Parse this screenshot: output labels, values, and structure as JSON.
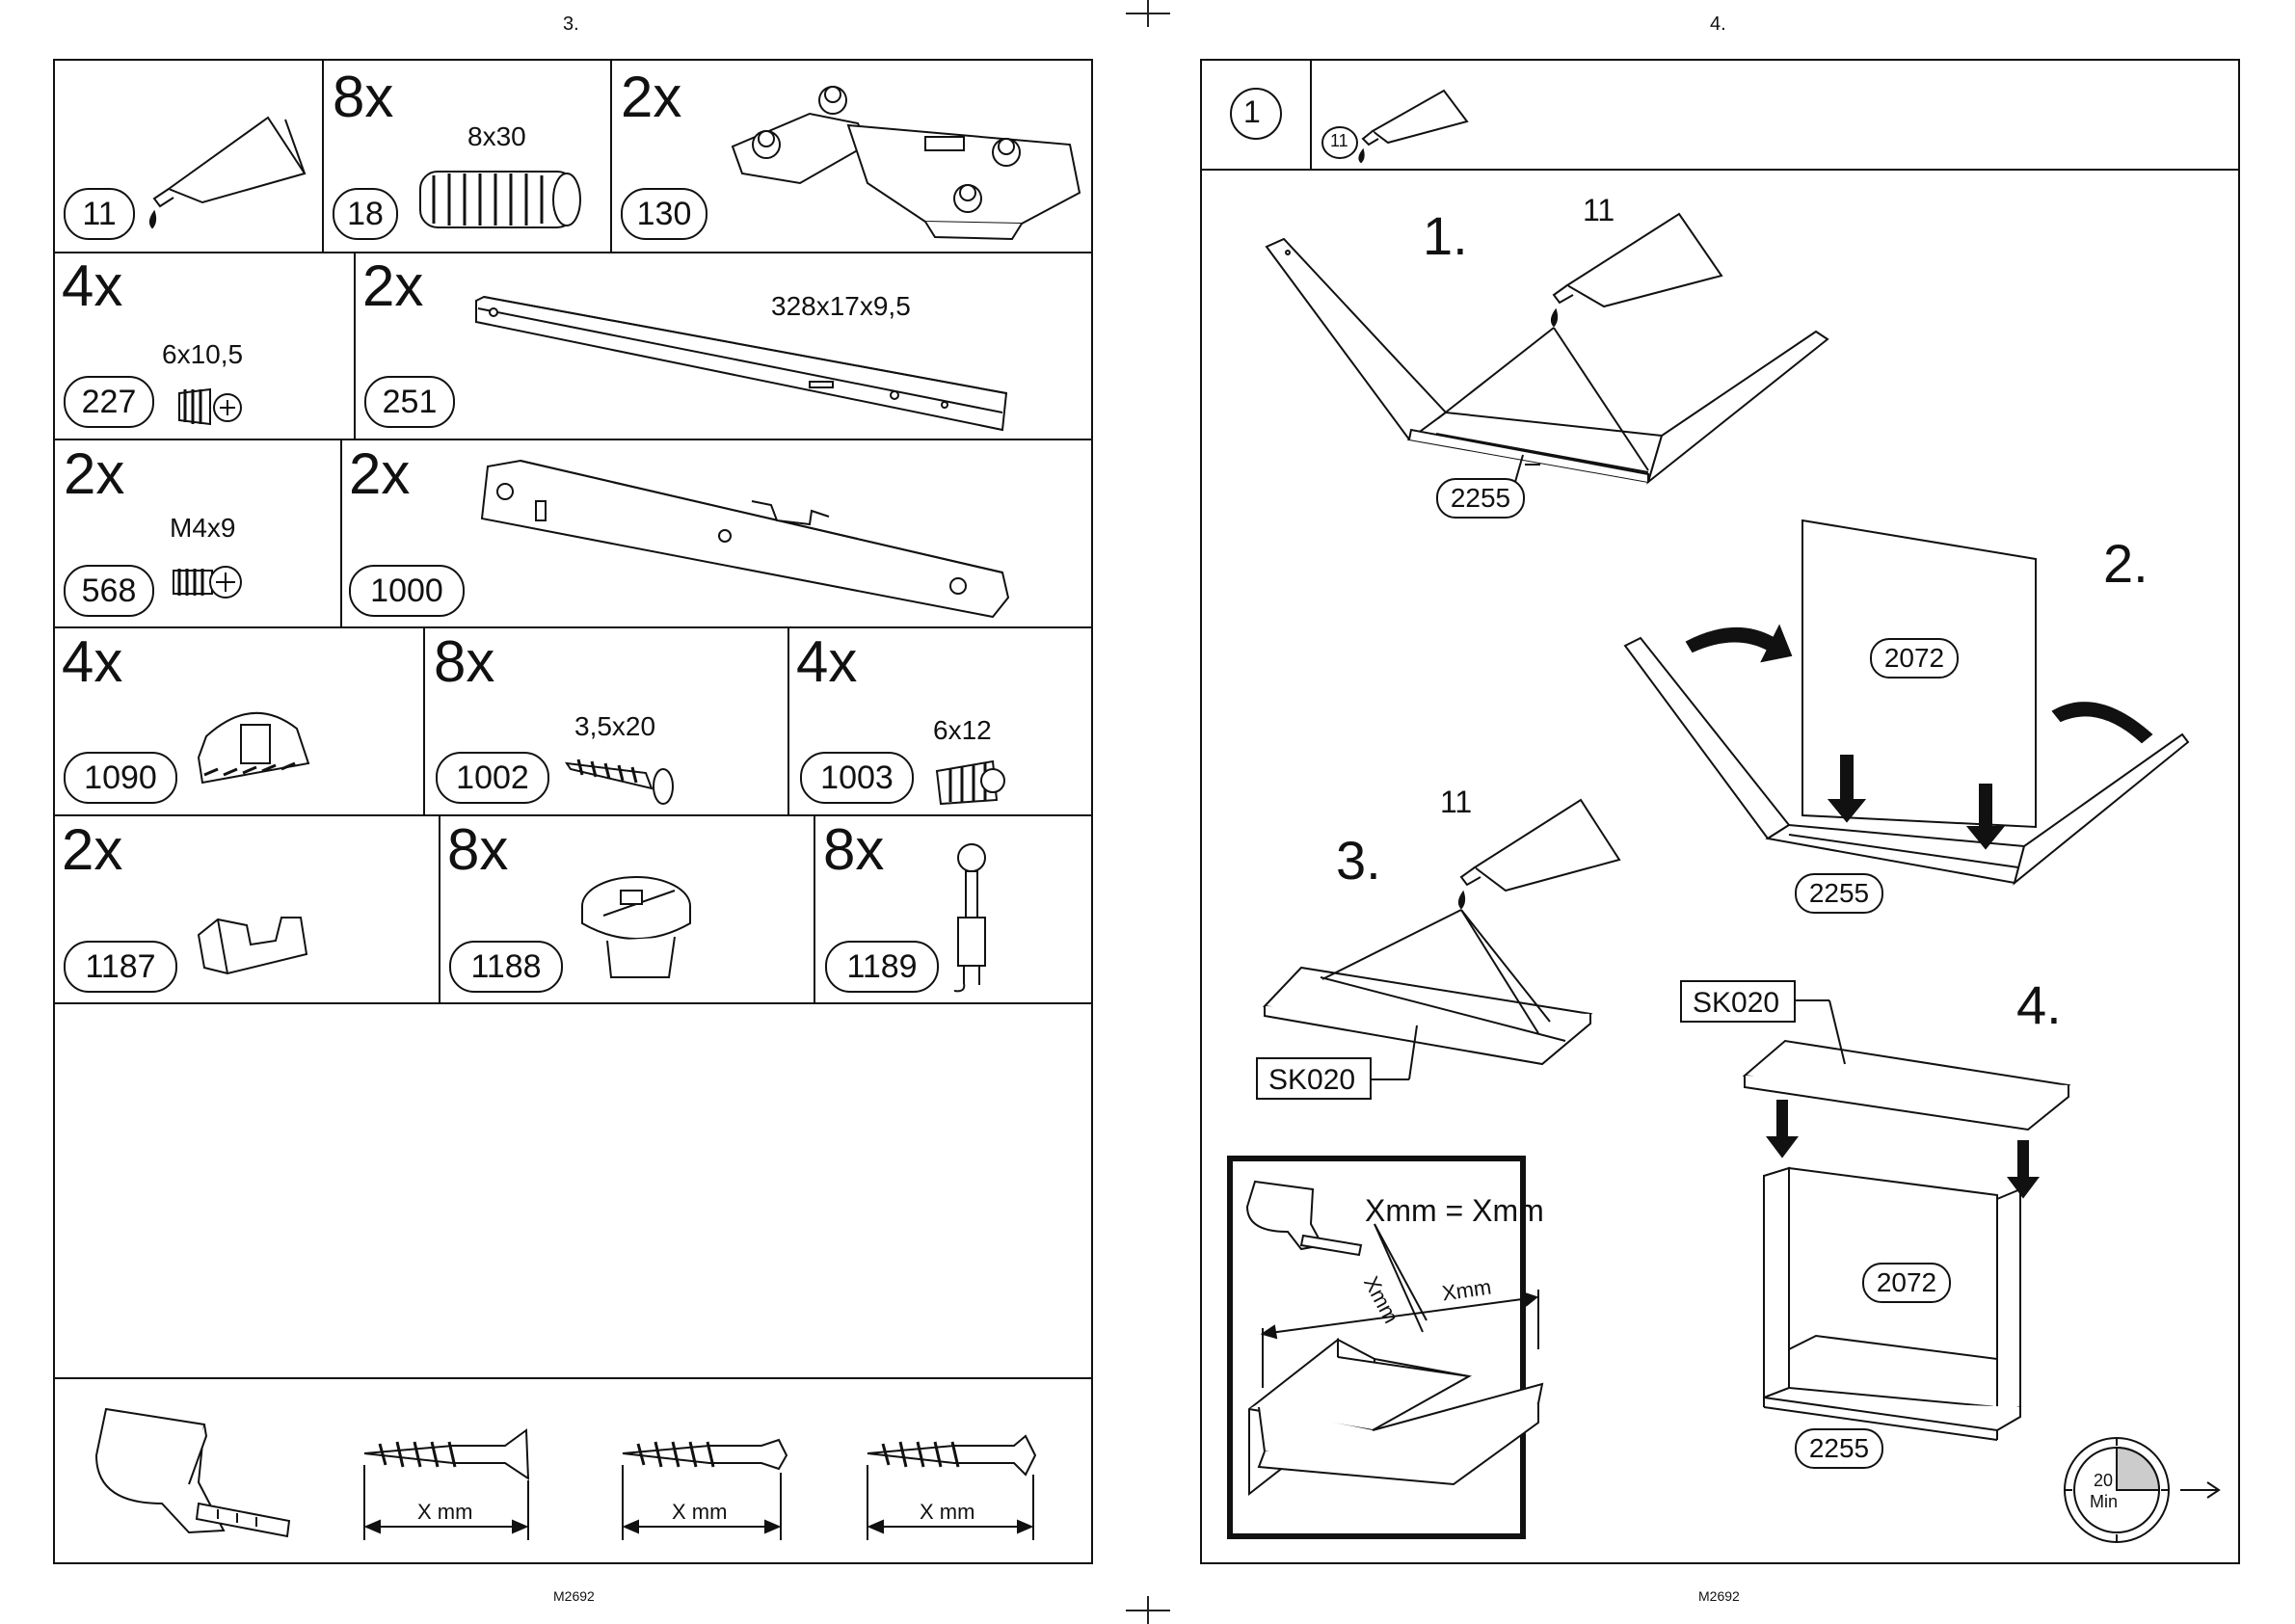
{
  "pages": {
    "left_number": "3.",
    "right_number": "4.",
    "left_footer": "M2692",
    "right_footer": "M2692"
  },
  "parts": [
    {
      "qty": "",
      "id": "11",
      "size": ""
    },
    {
      "qty": "8x",
      "id": "18",
      "size": "8x30"
    },
    {
      "qty": "2x",
      "id": "130",
      "size": ""
    },
    {
      "qty": "4x",
      "id": "227",
      "size": "6x10,5"
    },
    {
      "qty": "2x",
      "id": "251",
      "size": "328x17x9,5"
    },
    {
      "qty": "2x",
      "id": "568",
      "size": "M4x9"
    },
    {
      "qty": "2x",
      "id": "1000",
      "size": ""
    },
    {
      "qty": "4x",
      "id": "1090",
      "size": ""
    },
    {
      "qty": "8x",
      "id": "1002",
      "size": "3,5x20"
    },
    {
      "qty": "4x",
      "id": "1003",
      "size": "6x12"
    },
    {
      "qty": "2x",
      "id": "1187",
      "size": ""
    },
    {
      "qty": "8x",
      "id": "1188",
      "size": ""
    },
    {
      "qty": "8x",
      "id": "1189",
      "size": ""
    }
  ],
  "measure_row": {
    "labels": [
      "X mm",
      "X mm",
      "X mm"
    ]
  },
  "step": {
    "number": "1",
    "glue_part": "11",
    "substeps": [
      "1.",
      "2.",
      "3.",
      "4."
    ],
    "glue_labels": [
      "11",
      "11"
    ],
    "part_labels": {
      "bottom_frame_1": "2255",
      "panel_2": "2072",
      "bottom_frame_2": "2255",
      "board_3": "SK020",
      "board_4": "SK020",
      "panel_4": "2072",
      "bottom_frame_4": "2255"
    },
    "inset": {
      "equation": "Xmm = Xmm",
      "diag_label": "Xmm",
      "width_label": "Xmm"
    },
    "timer": {
      "value": "20",
      "unit": "Min"
    },
    "next_arrow": "→"
  },
  "colors": {
    "line": "#111111",
    "background": "#ffffff",
    "shade": "#cccccc"
  }
}
